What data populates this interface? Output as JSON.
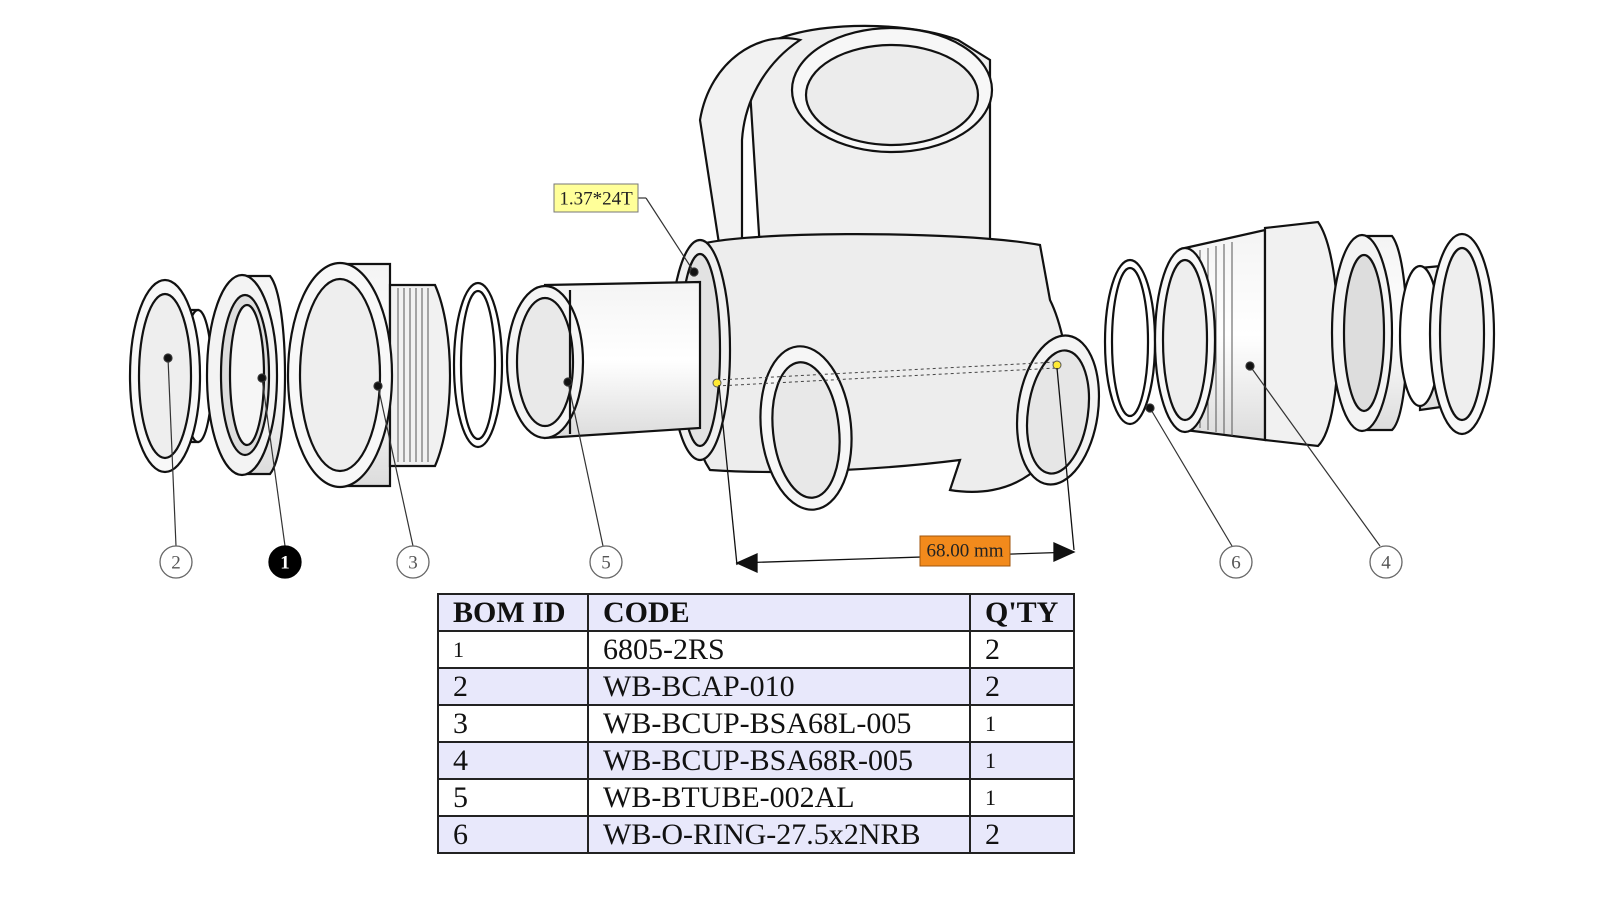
{
  "diagram": {
    "callout_thread": "1.37*24T",
    "dimension_label": "68.00 mm",
    "balloons": [
      {
        "id": "2",
        "active": false
      },
      {
        "id": "1",
        "active": true
      },
      {
        "id": "3",
        "active": false
      },
      {
        "id": "5",
        "active": false
      },
      {
        "id": "6",
        "active": false
      },
      {
        "id": "4",
        "active": false
      }
    ]
  },
  "bom": {
    "headers": {
      "id": "BOM ID",
      "code": "CODE",
      "qty": "Q'TY"
    },
    "rows": [
      {
        "id": "1",
        "code": "6805-2RS",
        "qty": "2"
      },
      {
        "id": "2",
        "code": "WB-BCAP-010",
        "qty": "2"
      },
      {
        "id": "3",
        "code": "WB-BCUP-BSA68L-005",
        "qty": "1"
      },
      {
        "id": "4",
        "code": "WB-BCUP-BSA68R-005",
        "qty": "1"
      },
      {
        "id": "5",
        "code": "WB-BTUBE-002AL",
        "qty": "1"
      },
      {
        "id": "6",
        "code": "WB-O-RING-27.5x2NRB",
        "qty": "2"
      }
    ]
  },
  "colors": {
    "callout_bg": "#ffff99",
    "dimension_bg": "#f28a1c",
    "table_alt_row": "#e8e8fb",
    "active_balloon": "#000000"
  }
}
